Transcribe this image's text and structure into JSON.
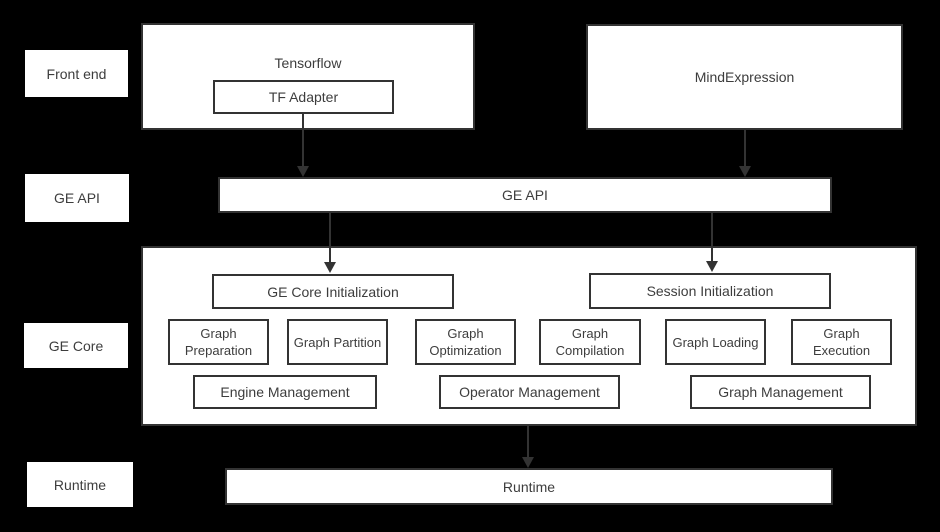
{
  "colors": {
    "background": "#000000",
    "box_fill": "#ffffff",
    "box_border": "#333333",
    "text": "#3d3d3d",
    "arrow": "#333333"
  },
  "side_labels": {
    "front_end": "Front end",
    "ge_api": "GE API",
    "ge_core": "GE Core",
    "runtime": "Runtime"
  },
  "front_end": {
    "tensorflow_title": "Tensorflow",
    "tf_adapter": "TF Adapter",
    "mindexpression": "MindExpression"
  },
  "ge_api": {
    "label": "GE API"
  },
  "ge_core": {
    "init": "GE Core Initialization",
    "session_init": "Session Initialization",
    "modules": [
      "Graph Preparation",
      "Graph Partition",
      "Graph Optimization",
      "Graph Compilation",
      "Graph Loading",
      "Graph Execution"
    ],
    "managers": [
      "Engine Management",
      "Operator Management",
      "Graph Management"
    ]
  },
  "runtime": {
    "label": "Runtime"
  }
}
